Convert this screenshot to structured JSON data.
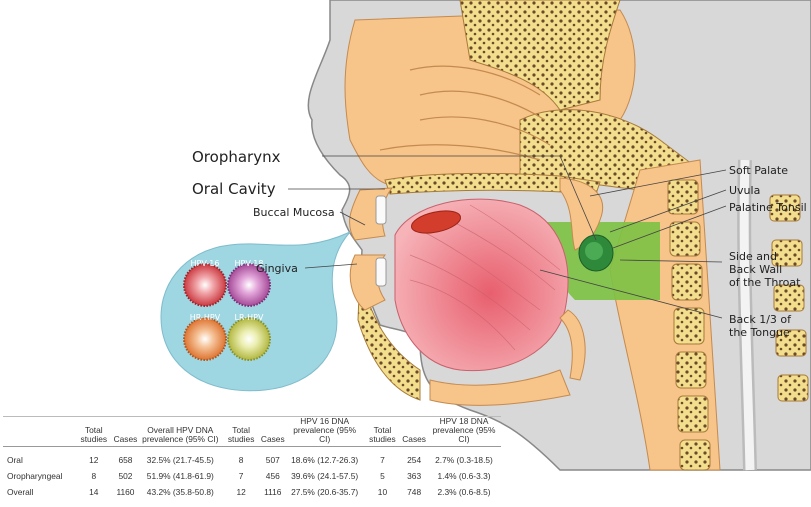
{
  "labels": {
    "oropharynx": "Oropharynx",
    "oral_cavity": "Oral Cavity",
    "buccal_mucosa": "Buccal Mucosa",
    "gingiva": "Gingiva",
    "soft_palate": "Soft Palate",
    "uvula": "Uvula",
    "palatine_tonsil": "Palatine Tonsil",
    "side_back_wall_line1": "Side and",
    "side_back_wall_line2": "Back Wall",
    "side_back_wall_line3": "of the Throat",
    "back_tongue_line1": "Back 1/3 of",
    "back_tongue_line2": "the Tongue"
  },
  "viruses": [
    {
      "label": "HPV-16",
      "color": "#d2373f"
    },
    {
      "label": "HPV-18",
      "color": "#b04ba3"
    },
    {
      "label": "HR-HPV",
      "color": "#e0782e"
    },
    {
      "label": "LR-HPV",
      "color": "#c9cd58"
    }
  ],
  "colors": {
    "bubble": "#9ed6e2",
    "tissue": "#f7c48a",
    "tongue": "#f08f9a",
    "oropharynx_zone": "#7cc242",
    "tonsil": "#2e8a3a",
    "bone": "#f3de8e"
  },
  "table": {
    "headers": [
      "Total studies",
      "Cases",
      "Overall HPV DNA prevalence (95% CI)",
      "Total studies",
      "Cases",
      "HPV 16 DNA prevalence (95% CI)",
      "Total studies",
      "Cases",
      "HPV 18 DNA prevalence (95% CI)"
    ],
    "rows": [
      {
        "label": "Oral",
        "cells": [
          "12",
          "658",
          "32.5% (21.7-45.5)",
          "8",
          "507",
          "18.6% (12.7-26.3)",
          "7",
          "254",
          "2.7% (0.3-18.5)"
        ]
      },
      {
        "label": "Oropharyngeal",
        "cells": [
          "8",
          "502",
          "51.9% (41.8-61.9)",
          "7",
          "456",
          "39.6% (24.1-57.5)",
          "5",
          "363",
          "1.4% (0.6-3.3)"
        ]
      },
      {
        "label": "Overall",
        "cells": [
          "14",
          "1160",
          "43.2% (35.8-50.8)",
          "12",
          "1116",
          "27.5% (20.6-35.7)",
          "10",
          "748",
          "2.3% (0.6-8.5)"
        ]
      }
    ]
  }
}
